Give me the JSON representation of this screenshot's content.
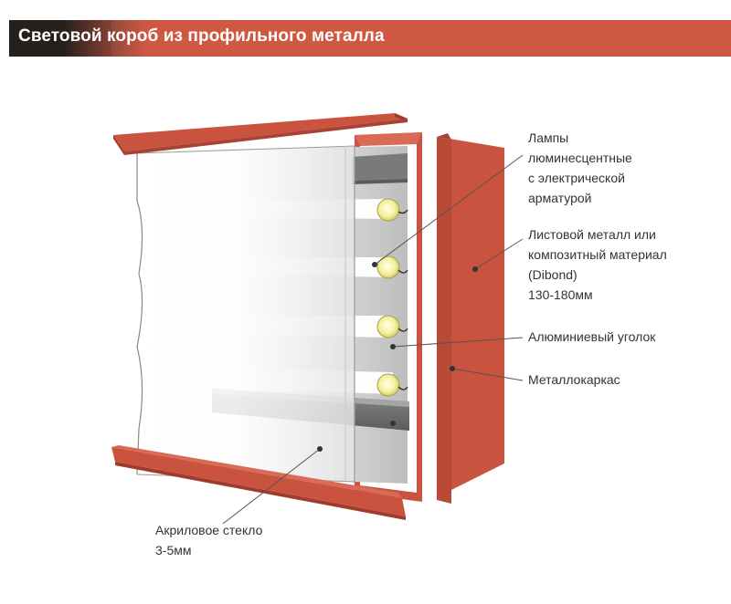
{
  "title": "Световой короб из профильного металла",
  "colors": {
    "banner": "#cf5843",
    "banner_dark": "#2a2521",
    "frame": "#c9533f",
    "frame_dark": "#9e3b2c",
    "text": "#333333"
  },
  "callouts": {
    "lamps": [
      "Лампы",
      "люминесцентные",
      "с электрической",
      "арматурой"
    ],
    "sheet_metal": [
      "Листовой металл или",
      "композитный материал",
      "(Dibond)",
      "130-180мм"
    ],
    "aluminum_corner": [
      "Алюминиевый уголок"
    ],
    "metal_frame": [
      "Металлокаркас"
    ],
    "acrylic_glass": [
      "Акриловое стекло",
      "3-5мм"
    ]
  }
}
